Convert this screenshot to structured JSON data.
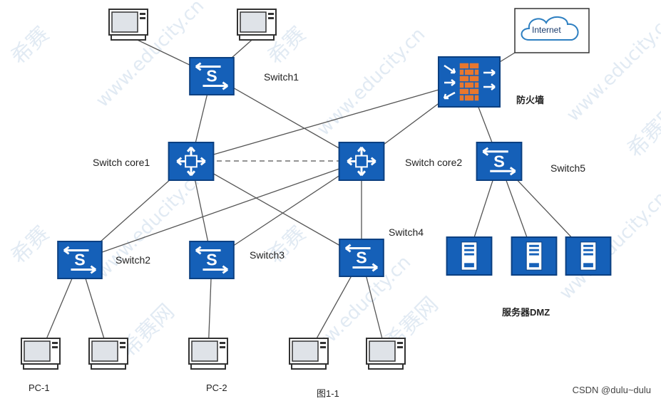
{
  "colors": {
    "device_fill": "#1560b8",
    "device_border": "#0b3f80",
    "firewall_brick": "#e8772e",
    "line": "#555555",
    "watermark": "#c9d9ea"
  },
  "labels": {
    "switch1": "Switch1",
    "switch_core1": "Switch core1",
    "switch_core2": "Switch core2",
    "switch2": "Switch2",
    "switch3": "Switch3",
    "switch4": "Switch4",
    "switch5": "Switch5",
    "firewall": "防火墙",
    "internet": "Internet",
    "dmz": "服务器DMZ",
    "pc1": "PC-1",
    "pc2": "PC-2",
    "figure_caption": "图1-1"
  },
  "watermark": {
    "text1": "希赛",
    "text2": "www.educity.cn",
    "text3": "希赛网"
  },
  "credit": "CSDN @dulu~dulu",
  "icons": {
    "switch": "switch-icon",
    "core_switch": "core-switch-icon",
    "firewall": "firewall-icon",
    "server": "server-icon",
    "pc": "pc-icon",
    "cloud": "cloud-icon"
  }
}
